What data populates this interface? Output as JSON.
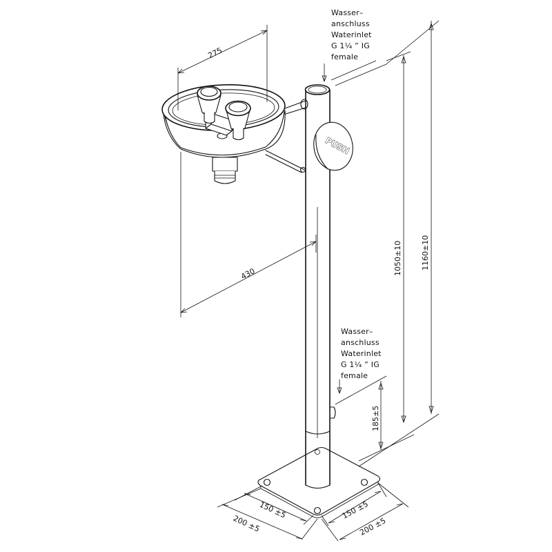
{
  "labels": {
    "inlet_top": [
      "Wasser–",
      "anschluss",
      "Waterinlet",
      "G 1¼ ” IG",
      "female"
    ],
    "inlet_bottom": [
      "Wasser–",
      "anschluss",
      "Waterinlet",
      "G 1¼ ” IG",
      "female"
    ],
    "push": "PUSH"
  },
  "dimensions": {
    "bowl_width": "275",
    "reach": "430",
    "height_to_bowl": "1050±10",
    "total_height": "1160±10",
    "bottom_inlet_height": "185±5",
    "base_left_inner": "150 ±5",
    "base_left_outer": "200 ±5",
    "base_right_inner": "150 ±5",
    "base_right_outer": "200 ±5"
  }
}
